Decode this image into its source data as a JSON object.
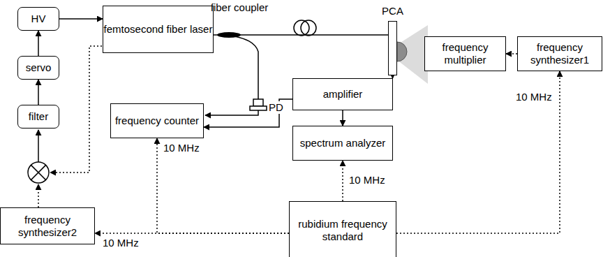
{
  "diagram": {
    "nodes": [
      {
        "text": [
          "HV"
        ]
      },
      {
        "text": [
          "femtosecond fiber laser"
        ]
      },
      {
        "text": [
          "PCA"
        ]
      },
      {
        "text": [
          "frequency multiplier"
        ]
      },
      {
        "text": [
          "frequency synthesizer1"
        ]
      },
      {
        "text": [
          "servo"
        ]
      },
      {
        "text": [
          "filter"
        ]
      },
      {
        "text": [
          "frequency counter"
        ]
      },
      {
        "text": [
          "amplifier"
        ]
      },
      {
        "text": [
          "spectrum analyzer"
        ]
      },
      {
        "text": [
          "frequency synthesizer2"
        ]
      },
      {
        "text": [
          "rubidium frequency standard"
        ]
      }
    ],
    "edges": [
      {
        "from": 5,
        "to": 0,
        "arrow": "to"
      },
      {
        "from": 6,
        "to": 5,
        "arrow": "to"
      },
      {
        "from": 0,
        "to": 1,
        "arrow": "to"
      },
      {
        "from": 1,
        "to": 2,
        "arrow": "none"
      },
      {
        "from": 2,
        "to": 8,
        "arrow": "to"
      },
      {
        "from": 8,
        "to": 7,
        "arrow": "to"
      },
      {
        "from": 8,
        "to": 9,
        "arrow": "to"
      },
      {
        "from": 11,
        "to": 9,
        "label": "10 MHz",
        "arrow": "to"
      },
      {
        "from": 11,
        "to": 7,
        "label": "10 MHz",
        "arrow": "to"
      },
      {
        "from": 11,
        "to": 10,
        "label": "10 MHz",
        "arrow": "to"
      },
      {
        "from": 11,
        "to": 4,
        "label": "10 MHz",
        "arrow": "to"
      },
      {
        "from": 4,
        "to": 3,
        "arrow": "to"
      }
    ],
    "labels": [
      "fiber coupler",
      "PD"
    ]
  }
}
